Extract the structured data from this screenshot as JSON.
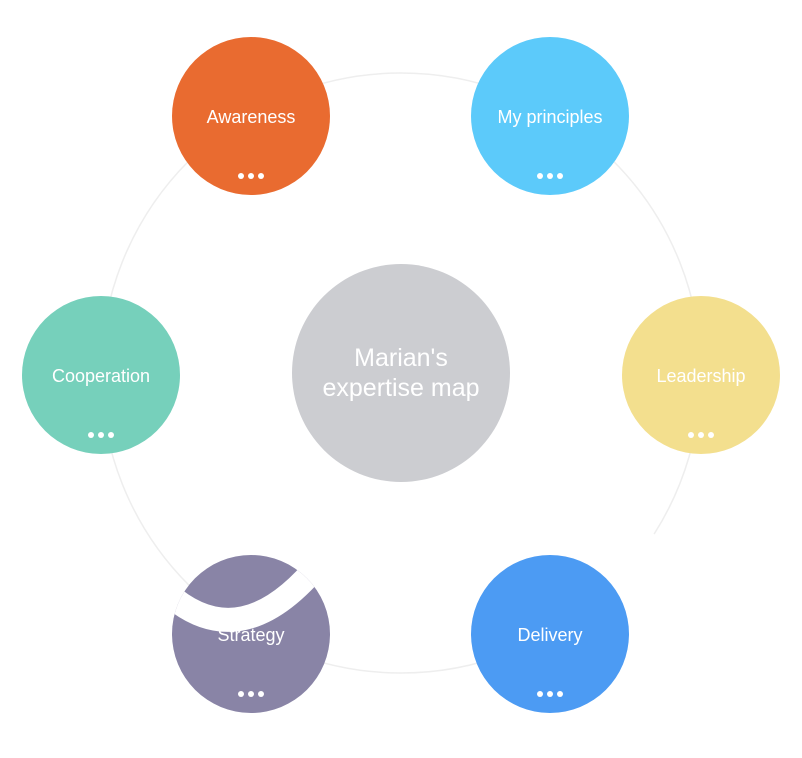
{
  "center": {
    "title": "Marian's expertise map"
  },
  "nodes": [
    {
      "key": "awareness",
      "label": "Awareness",
      "color": "#e96b30"
    },
    {
      "key": "principles",
      "label": "My principles",
      "color": "#5ccafa"
    },
    {
      "key": "leadership",
      "label": "Leadership",
      "color": "#f3df8e"
    },
    {
      "key": "delivery",
      "label": "Delivery",
      "color": "#4c9bf3"
    },
    {
      "key": "strategy",
      "label": "Strategy",
      "color": "#8984a6"
    },
    {
      "key": "cooperation",
      "label": "Cooperation",
      "color": "#76d0bb"
    }
  ],
  "ring_color": "#eeeeee",
  "more_icon": "ellipsis-icon"
}
